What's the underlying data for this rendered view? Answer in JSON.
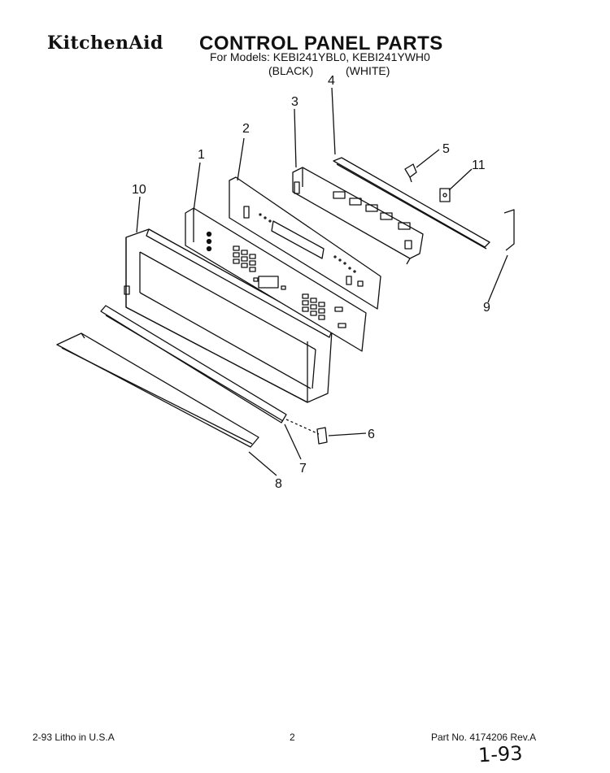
{
  "header": {
    "brand": "KitchenAid",
    "title": "CONTROL PANEL PARTS",
    "models": "For Models: KEBI241YBL0, KEBI241YWH0",
    "variant_black": "(BLACK)",
    "variant_white": "(WHITE)"
  },
  "callouts": {
    "c1": "1",
    "c2": "2",
    "c3": "3",
    "c4": "4",
    "c5": "5",
    "c6": "6",
    "c7": "7",
    "c8": "8",
    "c9": "9",
    "c10": "10",
    "c11": "11"
  },
  "footer": {
    "litho": "2-93  Litho in U.S.A",
    "page": "2",
    "part_no": "Part No. 4174206  Rev.A",
    "handwritten": "1-93"
  }
}
